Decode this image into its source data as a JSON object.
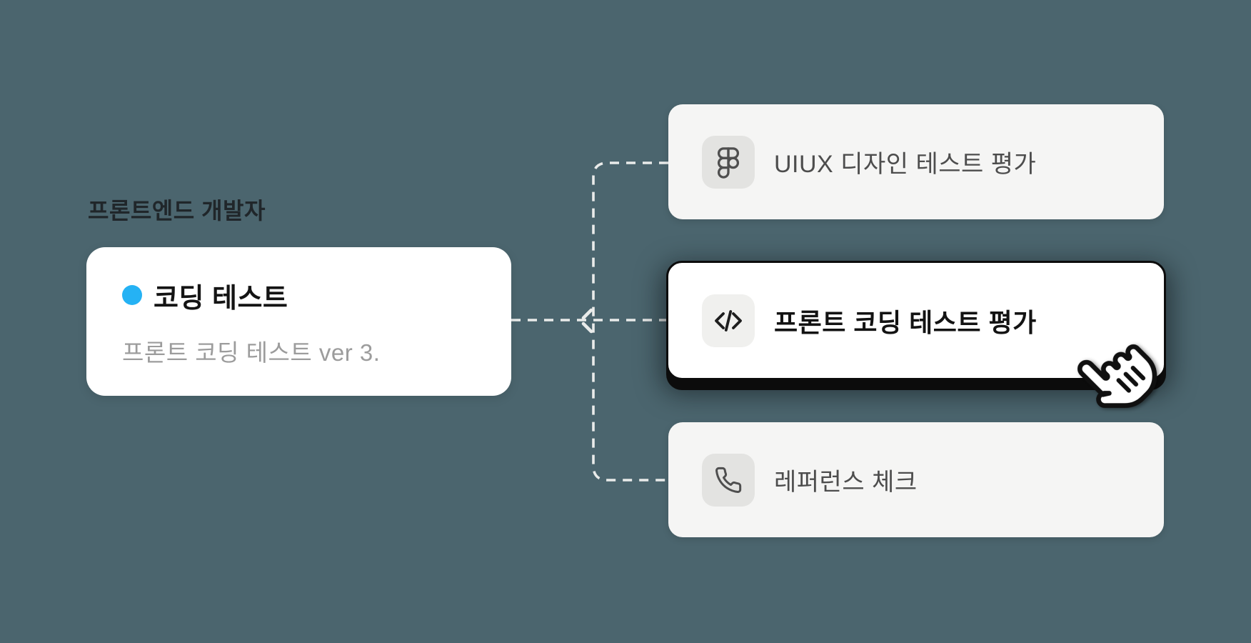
{
  "canvas": {
    "background": "#4B656E"
  },
  "role_label": "프론트엔드 개발자",
  "source_card": {
    "title": "코딩 테스트",
    "subtitle": "프론트 코딩 테스트 ver 3.",
    "bullet_color": "#25B2F4"
  },
  "options": [
    {
      "id": "uiux-design-test",
      "label": "UIUX 디자인 테스트 평가",
      "icon": "figma-icon",
      "selected": false
    },
    {
      "id": "frontend-coding-test",
      "label": "프론트 코딩 테스트 평가",
      "icon": "code-icon",
      "selected": true
    },
    {
      "id": "reference-check",
      "label": "레퍼런스 체크",
      "icon": "phone-icon",
      "selected": false
    }
  ],
  "cursor": {
    "type": "hand-pointer"
  },
  "colors": {
    "bg": "#4B656E",
    "card": "#FFFFFF",
    "option-bg": "#F5F5F4",
    "option-tile": "#E3E3E1",
    "selected-bg": "#FFFFFF",
    "selected-tile": "#F0F0EE",
    "dash": "#E9EBEA",
    "accent-dot": "#25B2F4",
    "title": "#141414",
    "option-text": "#4D4D4D",
    "muted": "#9C9C9C",
    "outline": "#0C0C0C"
  }
}
